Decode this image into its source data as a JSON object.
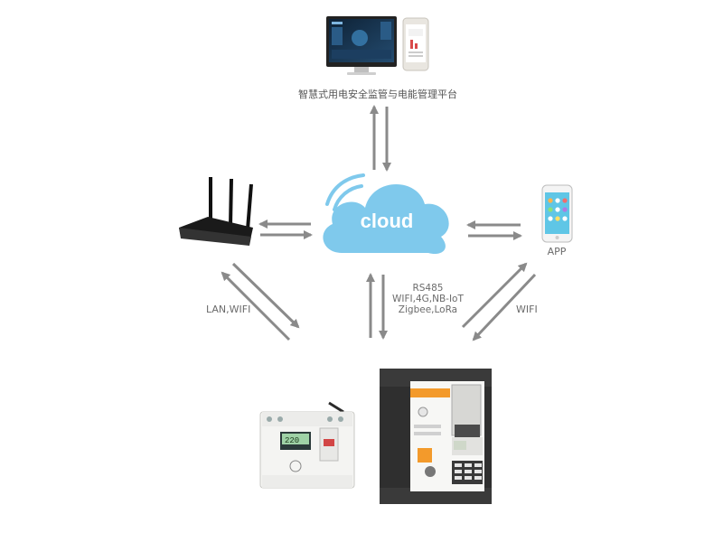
{
  "platform": {
    "label": "智慧式用电安全监管与电能管理平台"
  },
  "cloud": {
    "label": "cloud"
  },
  "app": {
    "label": "APP"
  },
  "links": {
    "left": "LAN,WIFI",
    "right": "WIFI",
    "center": [
      "RS485",
      "WIFI,4G,NB-IoT",
      "Zigbee,LoRa"
    ]
  },
  "breaker_small": {
    "display": "220"
  },
  "colors": {
    "arrow": "#8a8a8a",
    "cloud": "#7fc9ec",
    "monitor_screen": "#1b3550",
    "phone_screen": "#5fc6e6",
    "breaker_orange": "#f39a2b",
    "breaker_dark": "#2b2b2b"
  }
}
